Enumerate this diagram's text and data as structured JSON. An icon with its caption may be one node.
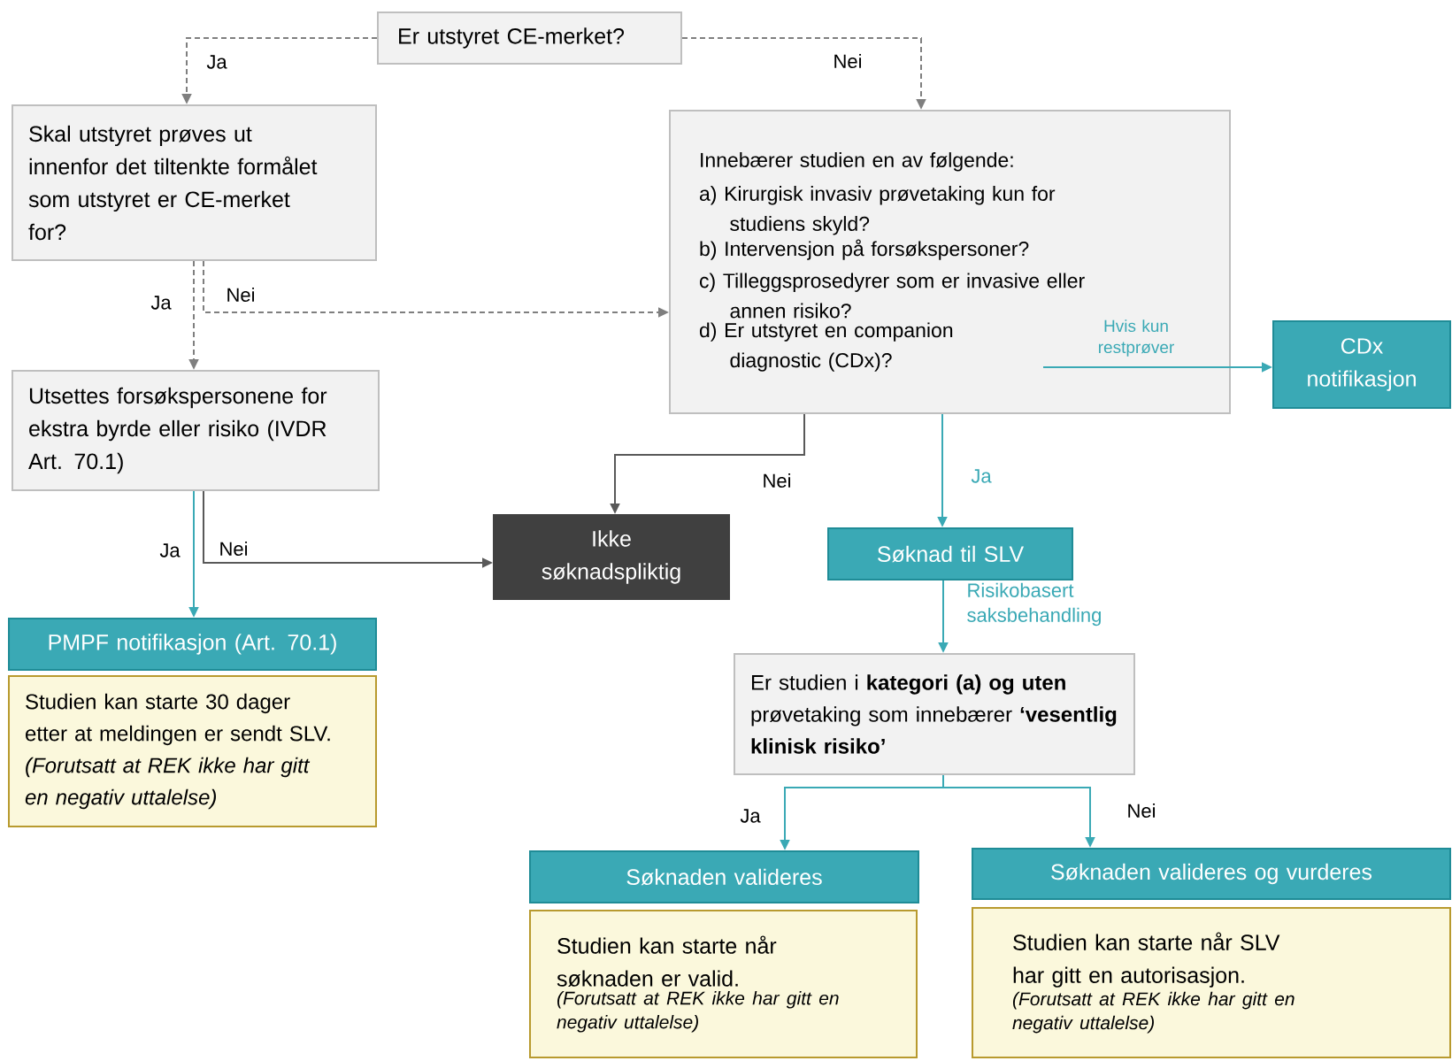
{
  "diagram": {
    "nodes": [
      {
        "text": [
          "Er utstyret CE-merket?"
        ]
      },
      {
        "text": [
          "Skal utstyret prøves ut innenfor det tiltenkte formålet som utstyret er CE-merket for?"
        ]
      },
      {
        "text": [
          "Innebærer studien en av følgende:",
          "a) Kirurgisk invasiv prøvetaking kun for studiens skyld?",
          "b) Intervensjon på forsøkspersoner?",
          "c) Tilleggsprosedyrer som er invasive eller annen risiko?",
          "d) Er utstyret en companion diagnostic (CDx)?"
        ]
      },
      {
        "text": [
          "Utsettes forsøkspersonene for ekstra byrde eller risiko (IVDR Art. 70.1)"
        ]
      },
      {
        "text": [
          "CDx notifikasjon"
        ]
      },
      {
        "text": [
          "Ikke søknadspliktig"
        ]
      },
      {
        "text": [
          "Søknad til SLV"
        ]
      },
      {
        "text": [
          "PMPF notifikasjon (Art. 70.1)"
        ]
      },
      {
        "text": [
          "Studien kan starte 30 dager etter at meldingen er sendt SLV. *(Forutsatt at REK ikke har gitt en negativ uttalelse)*"
        ]
      },
      {
        "text": [
          "Er studien i **kategori (a) og uten** prøvetaking som innebærer **‘vesentlig klinisk risiko’**"
        ]
      },
      {
        "text": [
          "Søknaden valideres"
        ]
      },
      {
        "text": [
          "Søknaden valideres og vurderes"
        ]
      },
      {
        "text": [
          "Studien kan starte når søknaden er valid.",
          "(Forutsatt at REK ikke har gitt en negativ uttalelse)"
        ]
      },
      {
        "text": [
          "Studien kan starte når SLV har gitt en autorisasjon.",
          "(Forutsatt at REK ikke har gitt en negativ uttalelse)"
        ]
      }
    ],
    "edges": [
      {
        "from": 0,
        "to": 1,
        "arrow": "to",
        "label": "Ja",
        "style": "dashed",
        "color": "#7f7f7f"
      },
      {
        "from": 0,
        "to": 2,
        "arrow": "to",
        "label": "Nei",
        "style": "dashed",
        "color": "#7f7f7f"
      },
      {
        "from": 1,
        "to": 3,
        "arrow": "to",
        "label": "Ja",
        "style": "dashed",
        "color": "#7f7f7f"
      },
      {
        "from": 1,
        "to": 2,
        "arrow": "to",
        "label": "Nei",
        "style": "dashed",
        "color": "#7f7f7f"
      },
      {
        "from": 2,
        "to": 5,
        "arrow": "to",
        "label": "Nei",
        "color": "#595959"
      },
      {
        "from": 2,
        "to": 6,
        "arrow": "to",
        "label": "Ja",
        "color": "#3aa9b5"
      },
      {
        "from": 2,
        "to": 4,
        "arrow": "to",
        "label": "Hvis kun restprøver",
        "color": "#3aa9b5"
      },
      {
        "from": 3,
        "to": 7,
        "arrow": "to",
        "label": "Ja",
        "color": "#3aa9b5"
      },
      {
        "from": 3,
        "to": 5,
        "arrow": "to",
        "label": "Nei",
        "color": "#595959"
      },
      {
        "from": 6,
        "to": 9,
        "arrow": "to",
        "label": "Risikobasert saksbehandling",
        "color": "#3aa9b5"
      },
      {
        "from": 9,
        "to": 10,
        "arrow": "to",
        "label": "Ja",
        "color": "#3aa9b5"
      },
      {
        "from": 9,
        "to": 11,
        "arrow": "to",
        "label": "Nei",
        "color": "#3aa9b5"
      }
    ]
  }
}
